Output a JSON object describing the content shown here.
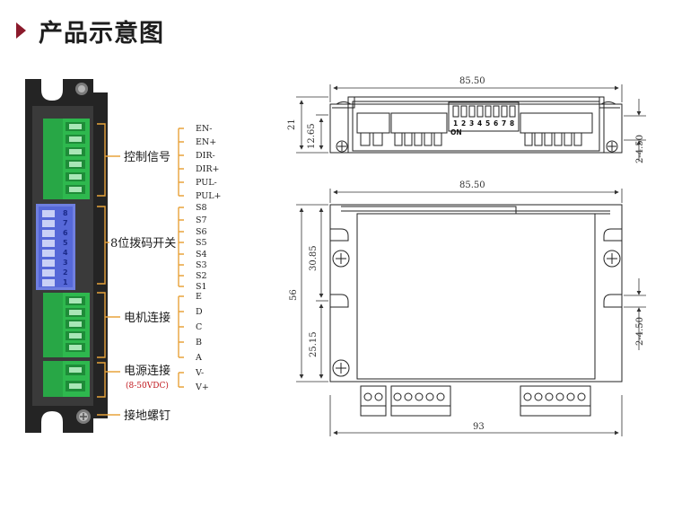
{
  "header": {
    "title": "产品示意图"
  },
  "left_panel": {
    "groups": {
      "control": "控制信号",
      "dip": "8位拨码开关",
      "motor": "电机连接",
      "power": "电源连接",
      "power_range": "(8-50VDC)",
      "ground": "接地螺钉"
    },
    "control_signals": [
      "EN-",
      "EN+",
      "DIR-",
      "DIR+",
      "PUL-",
      "PUL+"
    ],
    "dip_signals": [
      "S8",
      "S7",
      "S6",
      "S5",
      "S4",
      "S3",
      "S2",
      "S1"
    ],
    "motor_signals": [
      "E",
      "D",
      "C",
      "B",
      "A"
    ],
    "power_signals": [
      "V-",
      "V+"
    ],
    "dip_numbers_blue": [
      "1",
      "2",
      "3",
      "4",
      "5",
      "6",
      "7",
      "8"
    ]
  },
  "top_view": {
    "width_dim": "85.50",
    "height_dim": "21",
    "inner_dim": "12.65",
    "hole_dim": "2-4.50",
    "dip_numbers": [
      "1",
      "2",
      "3",
      "4",
      "5",
      "6",
      "7",
      "8"
    ],
    "dip_on_label": "ON"
  },
  "front_view": {
    "width_top_dim": "85.50",
    "width_bottom_dim": "93",
    "height_dim": "56",
    "upper_dim": "30.85",
    "lower_dim": "25.15",
    "hole_dim": "2-4.50"
  },
  "colors": {
    "accent": "#8b1a2b",
    "terminal_green": "#2eb84e",
    "dip_blue": "#5668d8",
    "bracket_orange": "#e8a33b",
    "power_red": "#c0151b"
  }
}
